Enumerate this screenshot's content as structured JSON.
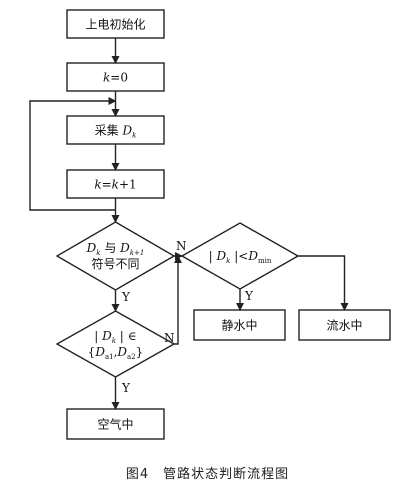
{
  "nodes": {
    "power_on_init": "上电初始化",
    "k_zero": {
      "var": "k",
      "rest": "=0"
    },
    "collect": {
      "text": "采集 ",
      "var": "D",
      "sub": "k"
    },
    "k_increment": {
      "var1": "k",
      "eq": "=",
      "var2": "k",
      "rest": "+1"
    },
    "sign_compare": {
      "a_var": "D",
      "a_sub": "k",
      "with": " 与 ",
      "b_var": "D",
      "b_sub": "k+1",
      "line2": "符号不同"
    },
    "range_check": {
      "abs_open": "| ",
      "var": "D",
      "sub": "k",
      "abs_close": " |",
      "in": "∈",
      "set_open": "{",
      "v1": "D",
      "s1": "a1",
      "comma": ",",
      "v2": "D",
      "s2": "a2",
      "set_close": "}"
    },
    "min_check": {
      "abs_open": "| ",
      "var": "D",
      "sub": "k",
      "abs_close": " |",
      "lt": "<",
      "v": "D",
      "s": "min"
    },
    "static_water": "静水中",
    "flowing_water": "流水中",
    "in_air": "空气中"
  },
  "edge_labels": {
    "sign_no": "N",
    "sign_yes": "Y",
    "range_no": "N",
    "range_yes": "Y",
    "min_yes": "Y"
  },
  "caption": "图4　管路状态判断流程图"
}
